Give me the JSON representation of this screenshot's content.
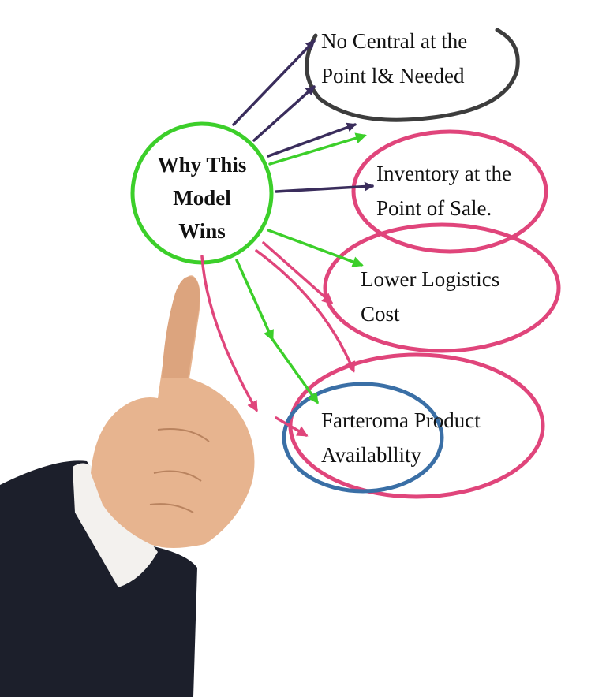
{
  "center": {
    "lines": [
      "Why This",
      "Model",
      "Wins"
    ]
  },
  "nodes": [
    {
      "lines": [
        "No Central at the",
        "Point l& Needed"
      ]
    },
    {
      "lines": [
        "Inventory at the",
        "Point of Sale."
      ]
    },
    {
      "lines": [
        "Lower Logistics",
        "Cost"
      ]
    },
    {
      "lines": [
        "Farteroma Product",
        "Availabllity"
      ]
    }
  ],
  "colors": {
    "green": "#3ccf2a",
    "pink": "#e0457b",
    "navy": "#3a2d5c",
    "gray": "#3d3d3d",
    "blue": "#3a6fa6",
    "suit": "#1c1f2b",
    "cuff": "#f3f1ee",
    "skin": "#e7b48f"
  }
}
